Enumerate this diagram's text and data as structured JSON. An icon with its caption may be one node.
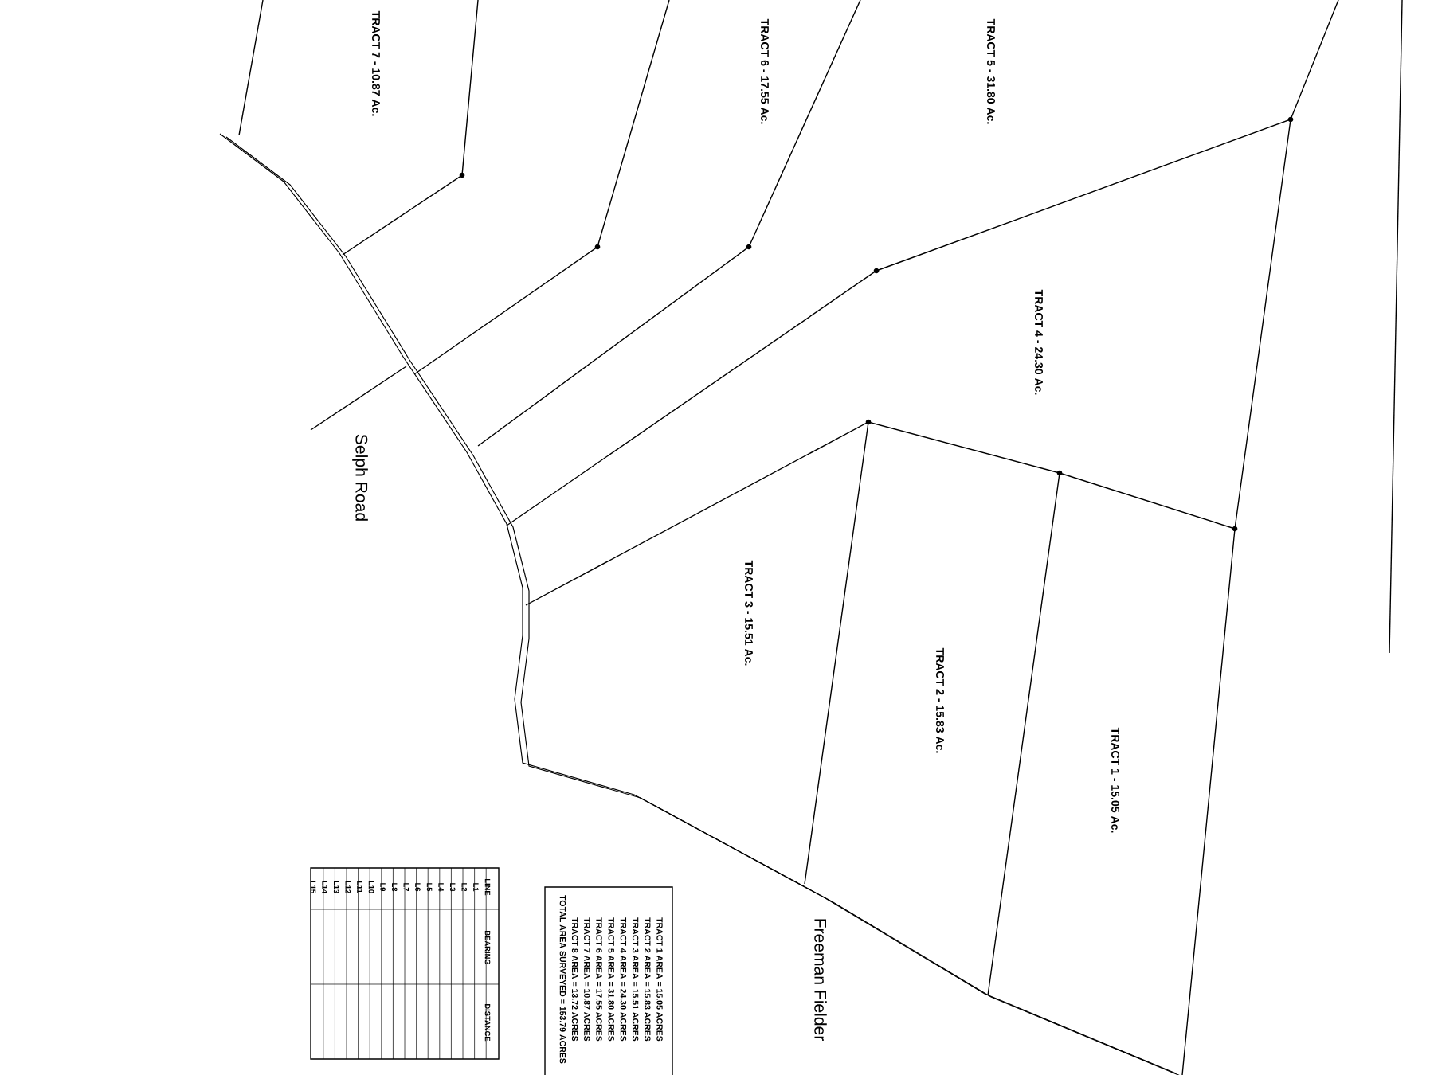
{
  "diagram": {
    "labels": [
      "TRACT 7 - 10.87 Ac.",
      "TRACT 6 - 17.55 Ac.",
      "TRACT 5 - 31.80 Ac.",
      "TRACT 4 - 24.30 Ac.",
      "Selph Road",
      "TRACT 3 - 15.51 Ac.",
      "TRACT 2 - 15.83 Ac.",
      "TRACT 1 - 15.05 Ac.",
      "LINE",
      "BEARING",
      "DISTANCE",
      "L1",
      "L2",
      "L3",
      "L4",
      "L5",
      "L6",
      "L7",
      "L8",
      "L9",
      "L10",
      "L11",
      "L12",
      "L13",
      "L14",
      "L15",
      "TRACT 1 AREA = 15.05 ACRES",
      "TRACT 2 AREA = 15.83 ACRES",
      "TRACT 3 AREA = 15.51 ACRES",
      "TRACT 4 AREA = 24.30 ACRES",
      "TRACT 5 AREA = 31.80 ACRES",
      "TRACT 6 AREA = 17.55 ACRES",
      "TRACT 7 AREA = 10.87 ACRES",
      "TRACT 8 AREA = 13.72 ACRES",
      "TOTAL AREA SURVEYED = 153.79 ACRES",
      "Freeman Fielder"
    ]
  }
}
